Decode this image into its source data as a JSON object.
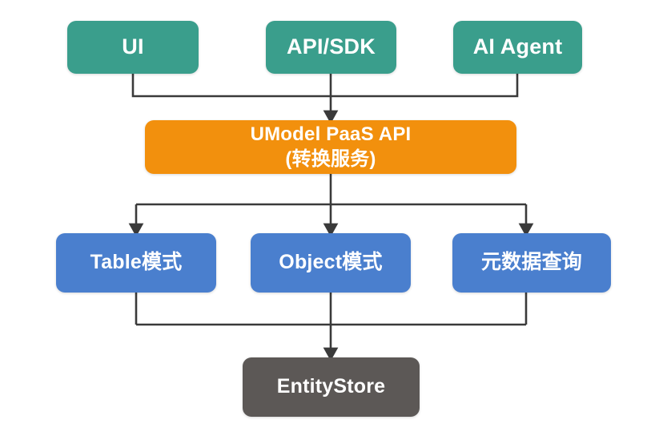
{
  "diagram": {
    "title": "UModel PaaS API architecture flow",
    "type": "layered-block-flowchart",
    "background_color": "#FFFFFF",
    "connector_color": "#3A3A3A",
    "layers": [
      {
        "name": "clients",
        "color": "#3A9E8C",
        "nodes": [
          {
            "id": "ui",
            "label": "UI"
          },
          {
            "id": "apisdk",
            "label": "API/SDK"
          },
          {
            "id": "agent",
            "label": "AI Agent"
          }
        ]
      },
      {
        "name": "service",
        "color": "#F2900D",
        "nodes": [
          {
            "id": "paas",
            "label_line1": "UModel PaaS API",
            "label_line2": "(转换服务)"
          }
        ]
      },
      {
        "name": "modes",
        "color": "#4A7FCE",
        "nodes": [
          {
            "id": "table",
            "label": "Table模式"
          },
          {
            "id": "object",
            "label": "Object模式"
          },
          {
            "id": "meta",
            "label": "元数据查询"
          }
        ]
      },
      {
        "name": "storage",
        "color": "#5C5856",
        "nodes": [
          {
            "id": "store",
            "label": "EntityStore"
          }
        ]
      }
    ],
    "edges": [
      {
        "from": "ui",
        "to": "paas",
        "style": "orthogonal-merge",
        "arrow": true
      },
      {
        "from": "apisdk",
        "to": "paas",
        "style": "orthogonal-merge",
        "arrow": true
      },
      {
        "from": "agent",
        "to": "paas",
        "style": "orthogonal-merge",
        "arrow": true
      },
      {
        "from": "paas",
        "to": "table",
        "style": "orthogonal-split",
        "arrow": true
      },
      {
        "from": "paas",
        "to": "object",
        "style": "orthogonal-split",
        "arrow": true
      },
      {
        "from": "paas",
        "to": "meta",
        "style": "orthogonal-split",
        "arrow": true
      },
      {
        "from": "table",
        "to": "store",
        "style": "orthogonal-merge",
        "arrow": true
      },
      {
        "from": "object",
        "to": "store",
        "style": "orthogonal-merge",
        "arrow": true
      },
      {
        "from": "meta",
        "to": "store",
        "style": "orthogonal-merge",
        "arrow": true
      }
    ]
  }
}
